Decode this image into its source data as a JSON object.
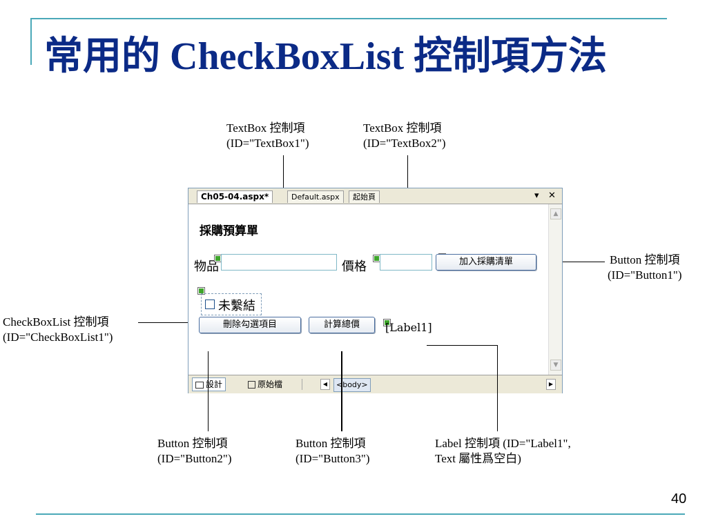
{
  "slide": {
    "title": "常用的 CheckBoxList 控制項方法",
    "page_number": "40",
    "colors": {
      "title": "#0b2a86",
      "rule": "#4aa8b8"
    }
  },
  "callouts": {
    "textbox1": {
      "line1": "TextBox 控制項",
      "line2": "(ID=\"TextBox1\")"
    },
    "textbox2": {
      "line1": "TextBox 控制項",
      "line2": "(ID=\"TextBox2\")"
    },
    "button1": {
      "line1": "Button 控制項",
      "line2": "(ID=\"Button1\")"
    },
    "checkboxlist1": {
      "line1": "CheckBoxList 控制項",
      "line2": "(ID=\"CheckBoxList1\")"
    },
    "button2": {
      "line1": "Button 控制項",
      "line2": "(ID=\"Button2\")"
    },
    "button3": {
      "line1": "Button 控制項",
      "line2": "(ID=\"Button3\")"
    },
    "label1": {
      "line1": "Label 控制項 (ID=\"Label1\",",
      "line2": "Text 屬性爲空白)"
    }
  },
  "designer": {
    "tabs": [
      "Ch05-04.aspx*",
      "Default.aspx",
      "起始頁"
    ],
    "dropdown_icon": "▾",
    "close_icon": "✕",
    "heading": "採購預算單",
    "item_label": "物品",
    "price_label": "價格",
    "add_button": "加入採購清單",
    "checkbox_text": "未繫結",
    "delete_button": "刪除勾選項目",
    "total_button": "計算總價",
    "label_text": "[Label1]",
    "status": {
      "design_tab": "設計",
      "source_tab": "原始檔",
      "breadcrumb": "<body>"
    }
  }
}
